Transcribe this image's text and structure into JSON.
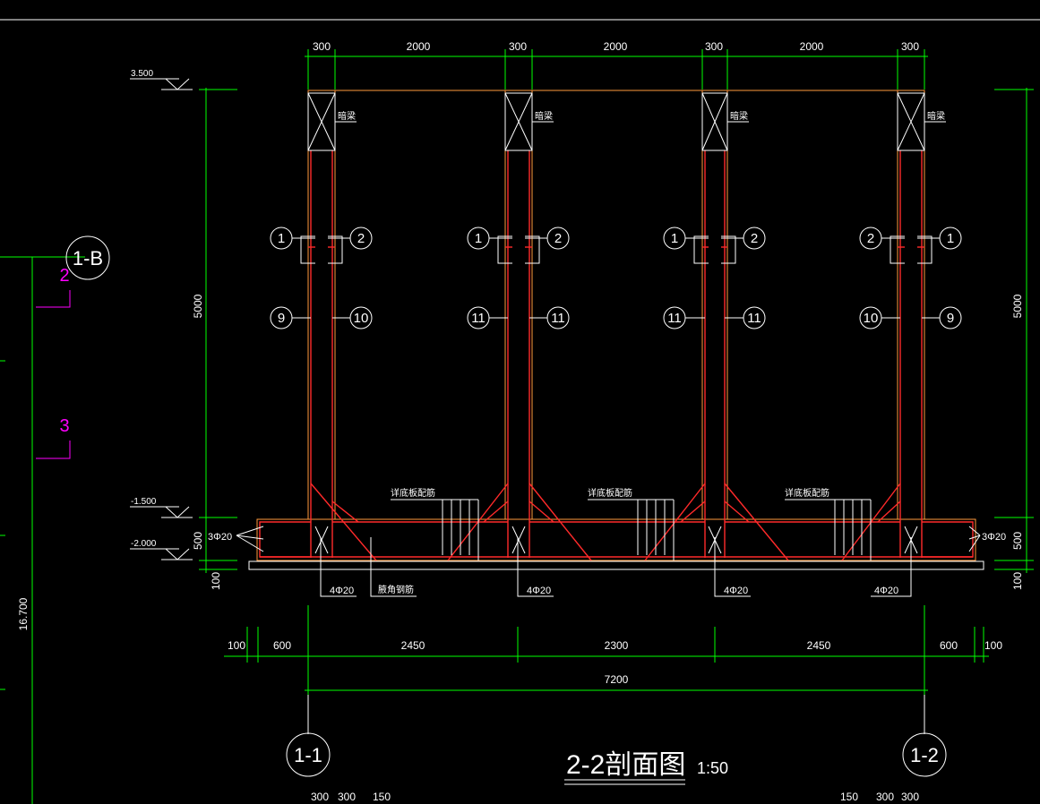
{
  "colors": {
    "background": "#000000",
    "dimension": "#00ff00",
    "rebar": "#ff2a2a",
    "outline": "#ff9a3c",
    "text": "#ffffff",
    "marker": "#ff00ff"
  },
  "top_dims": [
    "300",
    "2000",
    "300",
    "2000",
    "300",
    "2000",
    "300"
  ],
  "bottom_dims": [
    "100",
    "600",
    "2450",
    "2300",
    "2450",
    "600",
    "100"
  ],
  "total_dim": "7200",
  "bottom_partial_left": [
    "300",
    "300",
    "150"
  ],
  "bottom_partial_right": [
    "150",
    "300",
    "300"
  ],
  "height_dim_left": "5000",
  "height_dim_right": "5000",
  "slab_dim_left": "500",
  "slab_dim_right": "500",
  "base_dim_left": "100",
  "base_dim_right": "100",
  "overall_height": "16.700",
  "elevations": [
    "3.500",
    "-1.500",
    "-2.000"
  ],
  "beam_note": "暗梁",
  "slab_rebar_note": "详底板配筋",
  "corner_note": "腋角钢筋",
  "edge_bar": "3Φ20",
  "corner_bar": "4Φ20",
  "bubbles": {
    "wall1": [
      "1",
      "2",
      "9",
      "10"
    ],
    "wall2": [
      "1",
      "2",
      "11",
      "11"
    ],
    "wall3": [
      "1",
      "2",
      "11",
      "11"
    ],
    "wall4": [
      "2",
      "1",
      "10",
      "9"
    ]
  },
  "axis_left_marker": "1-B",
  "axis_bottom_left": "1-1",
  "axis_bottom_right": "1-2",
  "section_marks": [
    "2",
    "3"
  ],
  "drawing_title": "2-2剖面图",
  "drawing_scale": "1:50"
}
